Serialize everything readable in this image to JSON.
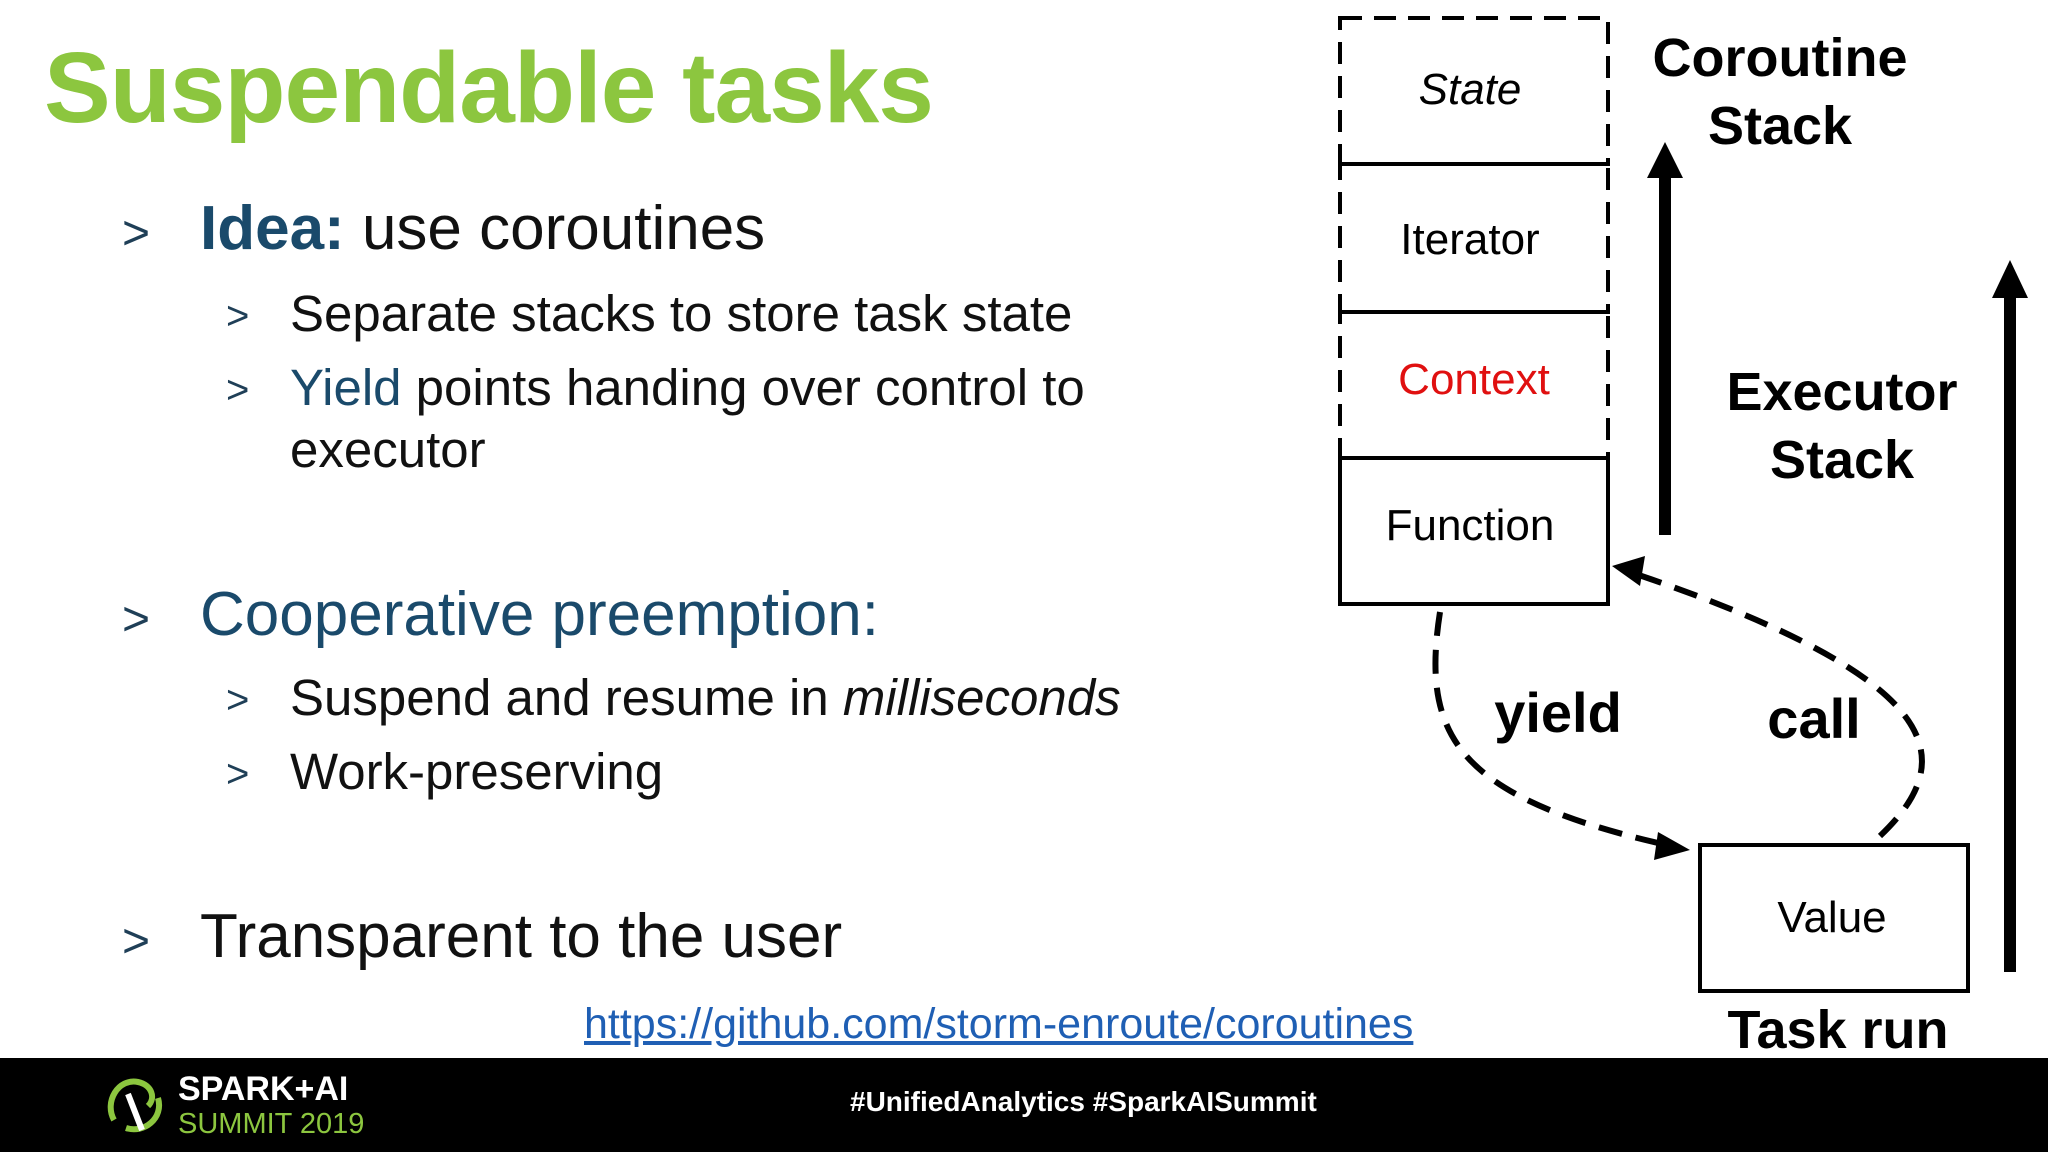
{
  "slide": {
    "title": "Suspendable tasks",
    "bullet_marker": ">",
    "bullets": {
      "idea_bold": "Idea:",
      "idea_rest": " use coroutines",
      "separate": "Separate stacks to store task state",
      "yield_word": "Yield",
      "yield_rest": " points handing over control to",
      "yield_cont": "executor",
      "coop": "Cooperative preemption:",
      "suspend_pre": "Suspend and resume in ",
      "suspend_italic": "milliseconds",
      "work": "Work-preserving",
      "transparent": "Transparent to the user"
    },
    "link": "https://github.com/storm-enroute/coroutines"
  },
  "diagram": {
    "boxes": {
      "state": "State",
      "iterator": "Iterator",
      "context": "Context",
      "function": "Function",
      "value": "Value"
    },
    "labels": {
      "coroutine_line1": "Coroutine",
      "coroutine_line2": "Stack",
      "executor_line1": "Executor",
      "executor_line2": "Stack",
      "task_run": "Task run",
      "yield": "yield",
      "call": "call"
    },
    "colors": {
      "context_text": "#e01010",
      "title_green": "#8cc63f",
      "bullet_blue": "#1a4a6b"
    }
  },
  "footer": {
    "logo_top": "SPARK+AI",
    "logo_bottom": "SUMMIT 2019",
    "hashtags": "#UnifiedAnalytics #SparkAISummit"
  }
}
